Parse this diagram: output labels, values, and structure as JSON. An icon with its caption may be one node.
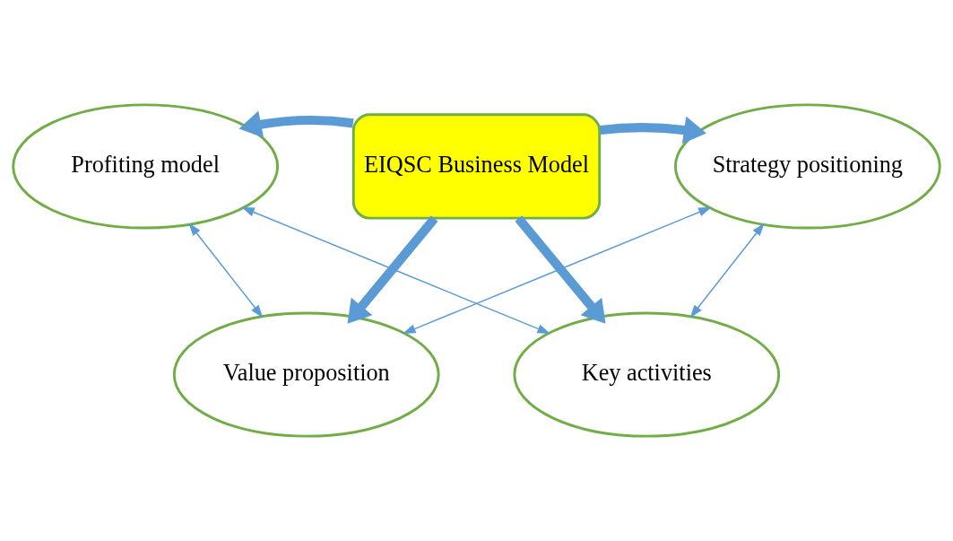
{
  "diagram": {
    "nodes": [
      {
        "text": [
          "EIQSC Business Model"
        ]
      },
      {
        "text": [
          "Value proposition"
        ]
      },
      {
        "text": [
          "Profiting model"
        ]
      },
      {
        "text": [
          "Strategy positioning"
        ]
      },
      {
        "text": [
          "Key activities"
        ]
      }
    ],
    "edges": [
      {
        "from": 0,
        "to": 1,
        "arrow": "to",
        "style": "thick"
      },
      {
        "from": 0,
        "to": 2,
        "arrow": "to",
        "style": "thick"
      },
      {
        "from": 0,
        "to": 3,
        "arrow": "to",
        "style": "thick"
      },
      {
        "from": 0,
        "to": 4,
        "arrow": "to",
        "style": "thick"
      },
      {
        "from": 1,
        "to": 2,
        "arrow": "both"
      },
      {
        "from": 1,
        "to": 3,
        "arrow": "both"
      },
      {
        "from": 2,
        "to": 4,
        "arrow": "both"
      },
      {
        "from": 3,
        "to": 4,
        "arrow": "both"
      }
    ]
  }
}
